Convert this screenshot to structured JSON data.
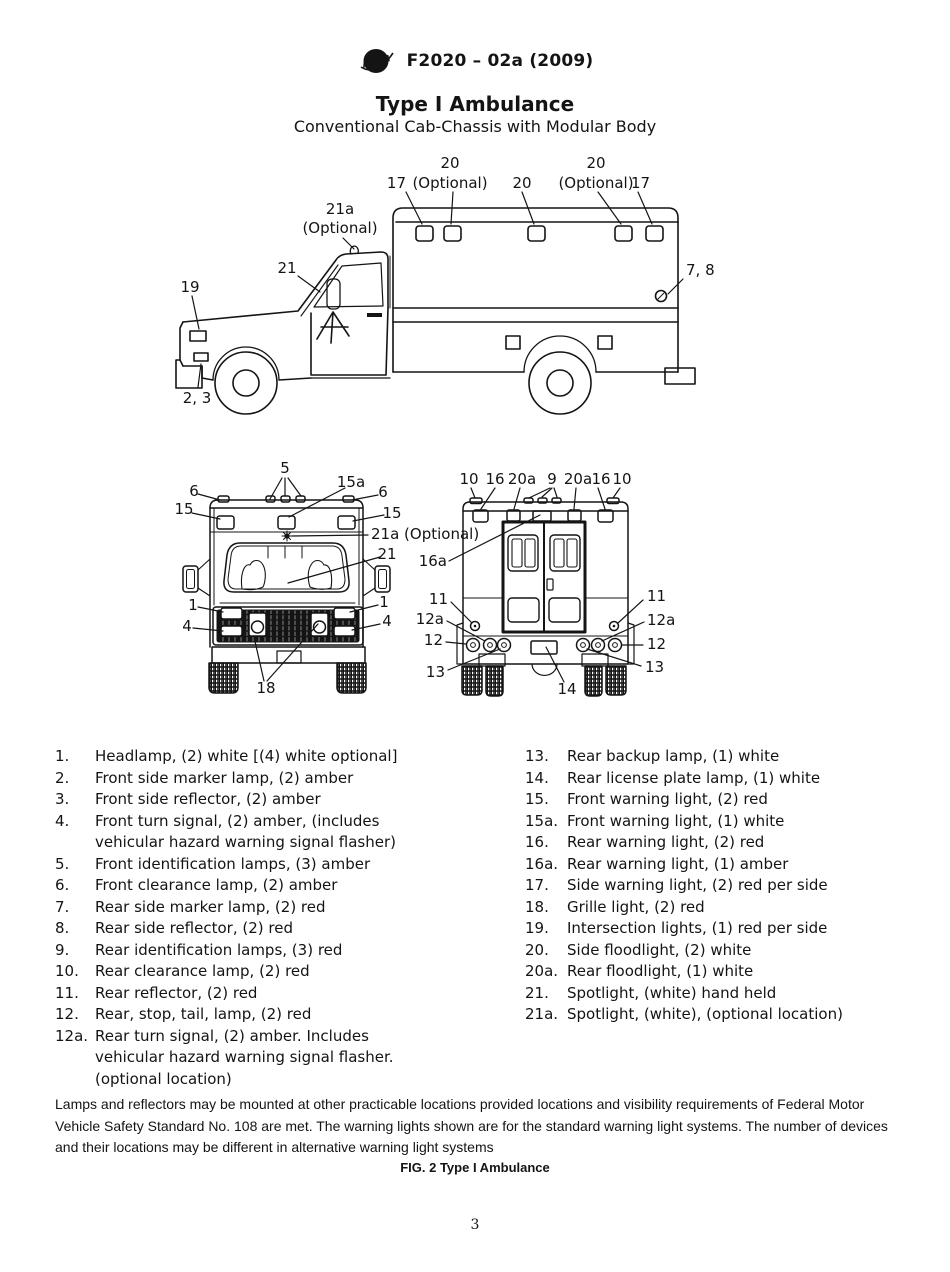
{
  "header": {
    "logo_text": "ASTM",
    "designation": "F2020 – 02a (2009)"
  },
  "title": "Type I Ambulance",
  "subtitle": "Conventional Cab-Chassis with Modular Body",
  "diagrams": {
    "side": {
      "labels": [
        "20",
        "(Optional)",
        "17",
        "20",
        "20",
        "(Optional)",
        "17",
        "21a",
        "(Optional)",
        "21",
        "19",
        "7, 8",
        "2, 3"
      ]
    },
    "front": {
      "labels": [
        "5",
        "6",
        "15",
        "15a",
        "6",
        "15",
        "21a (Optional)",
        "21",
        "1",
        "1",
        "4",
        "4",
        "18"
      ]
    },
    "rear": {
      "labels": [
        "10",
        "16",
        "20a",
        "9",
        "20a",
        "16",
        "10",
        "16a",
        "11",
        "11",
        "12a",
        "12a",
        "12",
        "12",
        "13",
        "13",
        "14"
      ]
    }
  },
  "legend": {
    "left": [
      {
        "num": "1.",
        "lines": [
          "Headlamp, (2) white [(4) white optional]"
        ]
      },
      {
        "num": "2.",
        "lines": [
          "Front side marker lamp, (2) amber"
        ]
      },
      {
        "num": "3.",
        "lines": [
          "Front side reflector, (2) amber"
        ]
      },
      {
        "num": "4.",
        "lines": [
          "Front turn signal, (2) amber, (includes",
          "vehicular hazard warning signal flasher)"
        ]
      },
      {
        "num": "5.",
        "lines": [
          "Front identification lamps, (3) amber"
        ]
      },
      {
        "num": "6.",
        "lines": [
          "Front clearance lamp, (2) amber"
        ]
      },
      {
        "num": "7.",
        "lines": [
          "Rear side marker lamp, (2) red"
        ]
      },
      {
        "num": "8.",
        "lines": [
          "Rear side reflector, (2) red"
        ]
      },
      {
        "num": "9.",
        "lines": [
          "Rear identification lamps, (3) red"
        ]
      },
      {
        "num": "10.",
        "lines": [
          "Rear clearance lamp, (2) red"
        ]
      },
      {
        "num": "11.",
        "lines": [
          "Rear reflector, (2) red"
        ]
      },
      {
        "num": "12.",
        "lines": [
          "Rear, stop, tail, lamp, (2) red"
        ]
      },
      {
        "num": "12a.",
        "lines": [
          "Rear turn signal, (2) amber. Includes",
          "vehicular hazard warning signal flasher.",
          "(optional location)"
        ]
      }
    ],
    "right": [
      {
        "num": "13.",
        "lines": [
          "Rear backup lamp, (1) white"
        ]
      },
      {
        "num": "14.",
        "lines": [
          "Rear license plate lamp, (1) white"
        ]
      },
      {
        "num": "15.",
        "lines": [
          "Front warning light, (2) red"
        ]
      },
      {
        "num": "15a.",
        "lines": [
          "Front warning light, (1) white"
        ]
      },
      {
        "num": "16.",
        "lines": [
          "Rear warning light, (2) red"
        ]
      },
      {
        "num": "16a.",
        "lines": [
          "Rear warning light, (1) amber"
        ]
      },
      {
        "num": "17.",
        "lines": [
          "Side warning light, (2) red per side"
        ]
      },
      {
        "num": "18.",
        "lines": [
          "Grille light, (2) red"
        ]
      },
      {
        "num": "19.",
        "lines": [
          "Intersection lights, (1) red per side"
        ]
      },
      {
        "num": "20.",
        "lines": [
          "Side floodlight, (2) white"
        ]
      },
      {
        "num": "20a.",
        "lines": [
          "Rear floodlight, (1) white"
        ]
      },
      {
        "num": "21.",
        "lines": [
          "Spotlight, (white) hand held"
        ]
      },
      {
        "num": "21a.",
        "lines": [
          "Spotlight, (white), (optional location)"
        ]
      }
    ]
  },
  "footnote": {
    "lines": [
      "Lamps and reflectors may be mounted at other practicable locations provided locations and visibility requirements of Federal Motor",
      "Vehicle Safety Standard No. 108 are met. The warning lights shown are for the standard warning light systems. The number of devices",
      "and their locations may be different in alternative warning light systems"
    ]
  },
  "caption": "FIG. 2 Type I Ambulance",
  "page_number": "3",
  "colors": {
    "ink": "#141414",
    "paper": "#ffffff"
  }
}
